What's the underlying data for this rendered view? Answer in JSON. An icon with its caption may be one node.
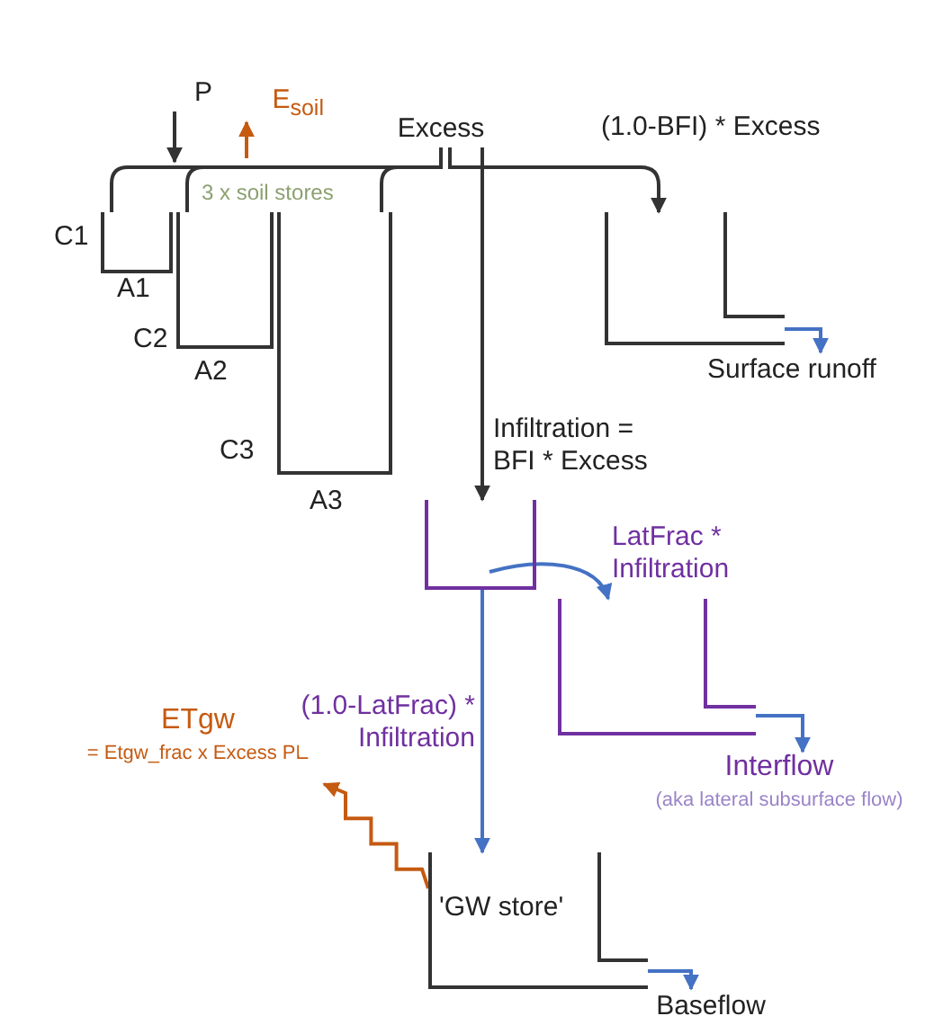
{
  "diagram": {
    "nodes": [
      {
        "text": [
          "P"
        ]
      },
      {
        "text": [
          "E$_{soil}$"
        ]
      },
      {
        "text": [],
        "shape": "box",
        "beside": [
          "C1",
          "A1"
        ]
      },
      {
        "text": [],
        "shape": "box",
        "beside": [
          "C2",
          "A2"
        ]
      },
      {
        "text": [],
        "shape": "box",
        "beside": [
          "C3",
          "A3"
        ]
      },
      {
        "text": [
          "Excess"
        ]
      },
      {
        "text": [],
        "shape": "box"
      },
      {
        "text": [
          "Surface runoff"
        ]
      },
      {
        "text": [],
        "shape": "box"
      },
      {
        "text": [],
        "shape": "box"
      },
      {
        "text": [
          "Interflow"
        ],
        "beside": [
          "(aka lateral subsurface flow)"
        ]
      },
      {
        "text": [
          "'GW store'"
        ]
      },
      {
        "text": [
          "Baseflow"
        ]
      },
      {
        "text": [
          "ETgw"
        ],
        "beside": [
          "= Etgw_frac x Excess PE"
        ]
      }
    ],
    "edges": [
      {
        "from": 0,
        "to": null,
        "arrow": "to"
      },
      {
        "from": null,
        "to": 1,
        "arrow": "to",
        "color": "#c55a11"
      },
      {
        "from": 2,
        "to": 5,
        "arrow": "none"
      },
      {
        "from": 3,
        "to": 5,
        "arrow": "none"
      },
      {
        "from": 4,
        "to": 5,
        "arrow": "none"
      },
      {
        "from": 5,
        "to": 6,
        "arrow": "to",
        "label": "(1.0-BFI) * Excess"
      },
      {
        "from": 5,
        "to": 8,
        "arrow": "to",
        "label": "Infiltration = BFI * Excess"
      },
      {
        "from": 8,
        "to": 9,
        "arrow": "to",
        "label": "LatFrac * Infiltration",
        "color": "#4472c4"
      },
      {
        "from": 8,
        "to": 11,
        "arrow": "to",
        "label": "(1.0-LatFrac) * Infiltration",
        "color": "#4472c4"
      },
      {
        "from": 6,
        "to": 7,
        "arrow": "to",
        "color": "#4472c4"
      },
      {
        "from": 9,
        "to": 10,
        "arrow": "to",
        "color": "#4472c4"
      },
      {
        "from": 11,
        "to": 12,
        "arrow": "to",
        "color": "#4472c4"
      },
      {
        "from": 11,
        "to": 13,
        "arrow": "to",
        "color": "#c55a11"
      }
    ],
    "labels": [
      "3 x soil stores"
    ]
  }
}
